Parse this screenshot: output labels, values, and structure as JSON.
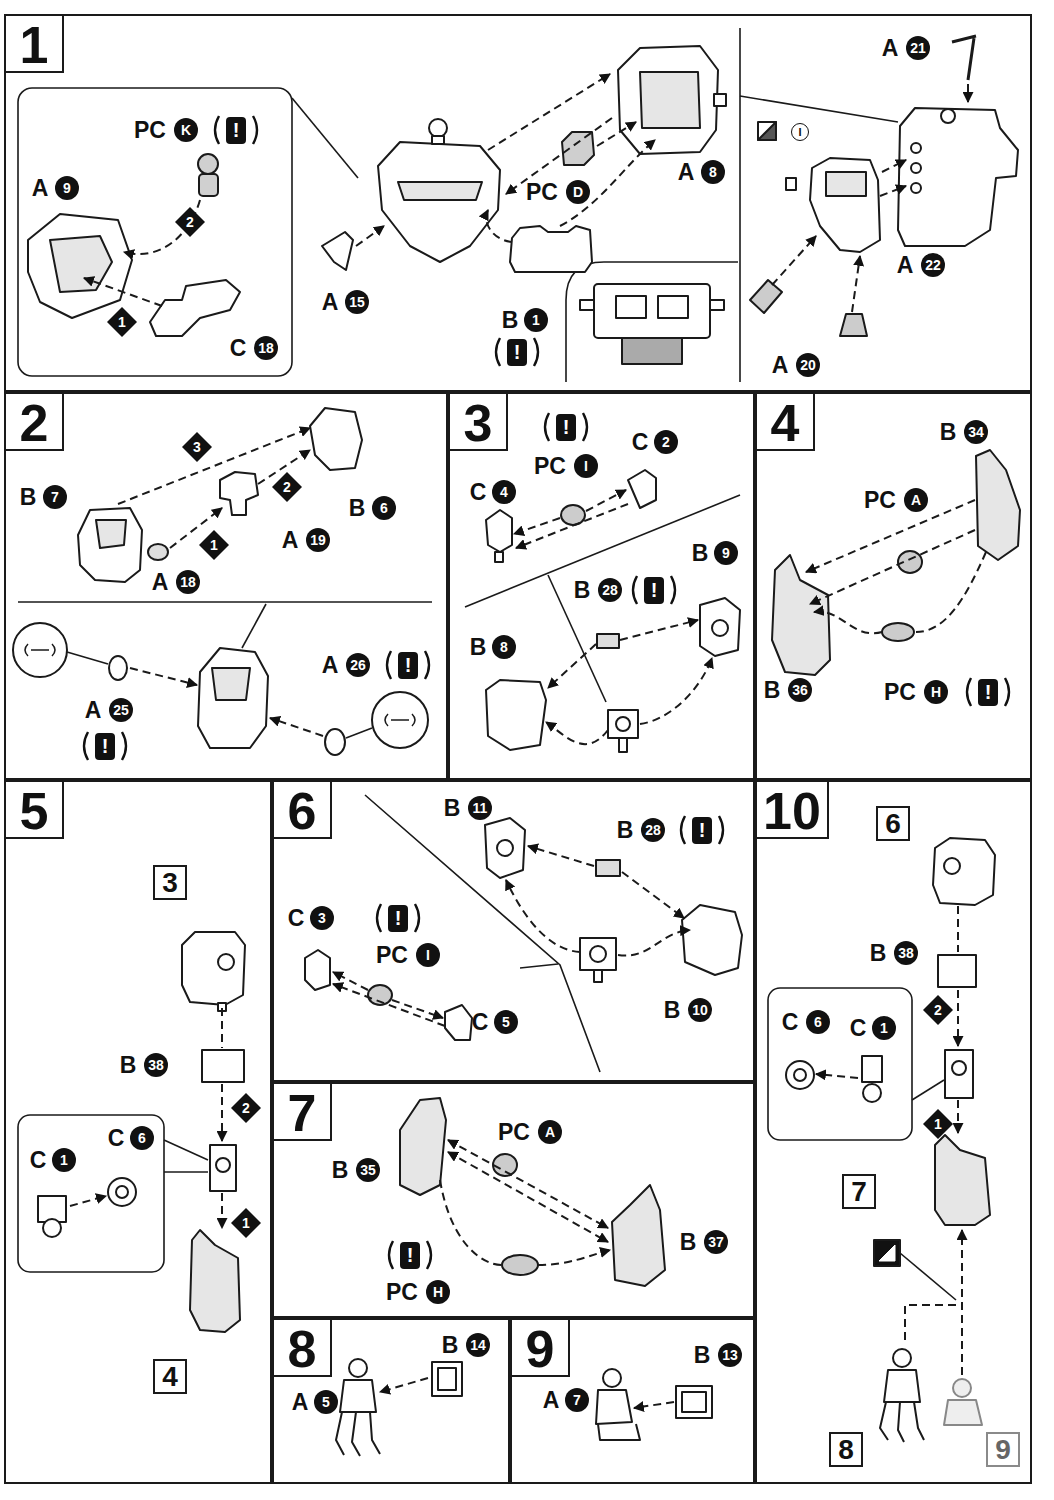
{
  "diagram": {
    "nodes": [
      {
        "text": [
          "1"
        ]
      },
      {
        "text": [
          "2"
        ]
      },
      {
        "text": [
          "3"
        ]
      },
      {
        "text": [
          "4"
        ]
      },
      {
        "text": [
          "5"
        ]
      },
      {
        "text": [
          "3"
        ],
        "in": 4
      },
      {
        "text": [
          "4"
        ],
        "in": 4
      },
      {
        "text": [
          "6"
        ]
      },
      {
        "text": [
          "7"
        ]
      },
      {
        "text": [
          "8"
        ]
      },
      {
        "text": [
          "9"
        ]
      },
      {
        "text": [
          "10"
        ]
      },
      {
        "text": [
          "6"
        ],
        "in": 11
      },
      {
        "text": [
          "7"
        ],
        "in": 11
      },
      {
        "text": [
          "8"
        ],
        "in": 11
      },
      {
        "text": [
          "9"
        ],
        "in": 11
      }
    ],
    "labels": [
      "PC",
      "K",
      "!",
      "A",
      "9",
      "2",
      "1",
      "C",
      "18",
      "A",
      "15",
      "PC",
      "D",
      "A",
      "8",
      "B",
      "1",
      "!",
      "A",
      "21",
      "I",
      "A",
      "22",
      "A",
      "20",
      "3",
      "2",
      "B",
      "7",
      "B",
      "6",
      "1",
      "A",
      "19",
      "A",
      "18",
      "A",
      "25",
      "!",
      "A",
      "26",
      "!",
      "!",
      "C",
      "2",
      "PC",
      "I",
      "C",
      "4",
      "B",
      "9",
      "B",
      "28",
      "!",
      "B",
      "8",
      "B",
      "34",
      "PC",
      "A",
      "B",
      "36",
      "PC",
      "H",
      "!",
      "B",
      "38",
      "2",
      "C",
      "1",
      "C",
      "6",
      "1",
      "B",
      "11",
      "B",
      "28",
      "!",
      "C",
      "3",
      "!",
      "PC",
      "I",
      "C",
      "5",
      "B",
      "10",
      "PC",
      "A",
      "B",
      "35",
      "B",
      "37",
      "!",
      "PC",
      "H",
      "B",
      "14",
      "A",
      "5",
      "B",
      "13",
      "A",
      "7",
      "B",
      "38",
      "C",
      "6",
      "C",
      "1",
      "2",
      "1"
    ]
  }
}
